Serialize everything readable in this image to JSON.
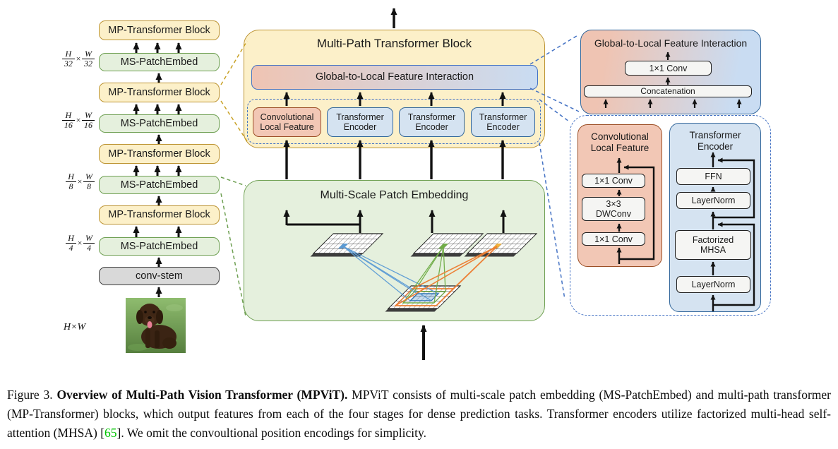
{
  "glyphs": {
    "times": "×"
  },
  "left_stack": {
    "blocks": [
      {
        "label": "MP-Transformer Block"
      },
      {
        "label": "MS-PatchEmbed"
      },
      {
        "label": "MP-Transformer Block"
      },
      {
        "label": "MS-PatchEmbed"
      },
      {
        "label": "MP-Transformer Block"
      },
      {
        "label": "MS-PatchEmbed"
      },
      {
        "label": "MP-Transformer Block"
      },
      {
        "label": "MS-PatchEmbed"
      },
      {
        "label": "conv-stem"
      }
    ],
    "scale_labels": [
      {
        "h_num": "H",
        "h_den": "32",
        "w_num": "W",
        "w_den": "32"
      },
      {
        "h_num": "H",
        "h_den": "16",
        "w_num": "W",
        "w_den": "16"
      },
      {
        "h_num": "H",
        "h_den": "8",
        "w_num": "W",
        "w_den": "8"
      },
      {
        "h_num": "H",
        "h_den": "4",
        "w_num": "W",
        "w_den": "4"
      }
    ],
    "input_label": "H×W"
  },
  "middle": {
    "mp_block": {
      "title": "Multi-Path Transformer Block",
      "gli_label": "Global-to-Local Feature Interaction",
      "paths": [
        {
          "label": "Convolutional Local Feature"
        },
        {
          "label": "Transformer Encoder"
        },
        {
          "label": "Transformer Encoder"
        },
        {
          "label": "Transformer Encoder"
        }
      ]
    },
    "mspe": {
      "title": "Multi-Scale Patch Embedding"
    }
  },
  "right_top": {
    "title": "Global-to-Local Feature Interaction",
    "conv_label": "1×1 Conv",
    "concat_label": "Concatenation"
  },
  "right_bottom": {
    "clf": {
      "title": "Convolutional Local Feature",
      "layers": [
        {
          "label": "1×1 Conv"
        },
        {
          "label": "3×3 DWConv"
        },
        {
          "label": "1×1 Conv"
        }
      ]
    },
    "te": {
      "title": "Transformer Encoder",
      "layers": [
        {
          "label": "FFN"
        },
        {
          "label": "LayerNorm"
        },
        {
          "label": "Factorized MHSA"
        },
        {
          "label": "LayerNorm"
        }
      ]
    }
  },
  "caption": {
    "fig_label": "Figure 3. ",
    "bold": "Overview of Multi-Path Vision Transformer (MPViT).",
    "text_a": " MPViT consists of multi-scale patch embedding (MS-PatchEmbed) and multi-path transformer (MP-Transformer) blocks, which output features from each of the four stages for dense prediction tasks. Transformer encoders utilize factorized multi-head self-attention (MHSA) [",
    "cite": "65",
    "text_b": "]. We omit the convoultional position encodings for simplicity."
  },
  "colors": {
    "yellowFill": "#FCF0C9",
    "yellowBorder": "#BD9433",
    "greenFill": "#E5F0DD",
    "greenBorder": "#6FA053",
    "grayFill": "#D9D9D9",
    "grayBorder": "#3F3F3F",
    "salmonFill": "#F2C7B5",
    "salmonBorder": "#9C4F26",
    "blueFill": "#D5E3F1",
    "blueBorder": "#33679B",
    "dashBlue": "#4472C4",
    "gradLeft": "#EFC4B3",
    "gradRight": "#C9DCF2",
    "citeGreen": "#00C300",
    "lineBlue": "#5B9BD5",
    "lineGreen": "#70AD47",
    "lineOrange": "#ED7D31",
    "cellYellow": "#F2B33D"
  }
}
